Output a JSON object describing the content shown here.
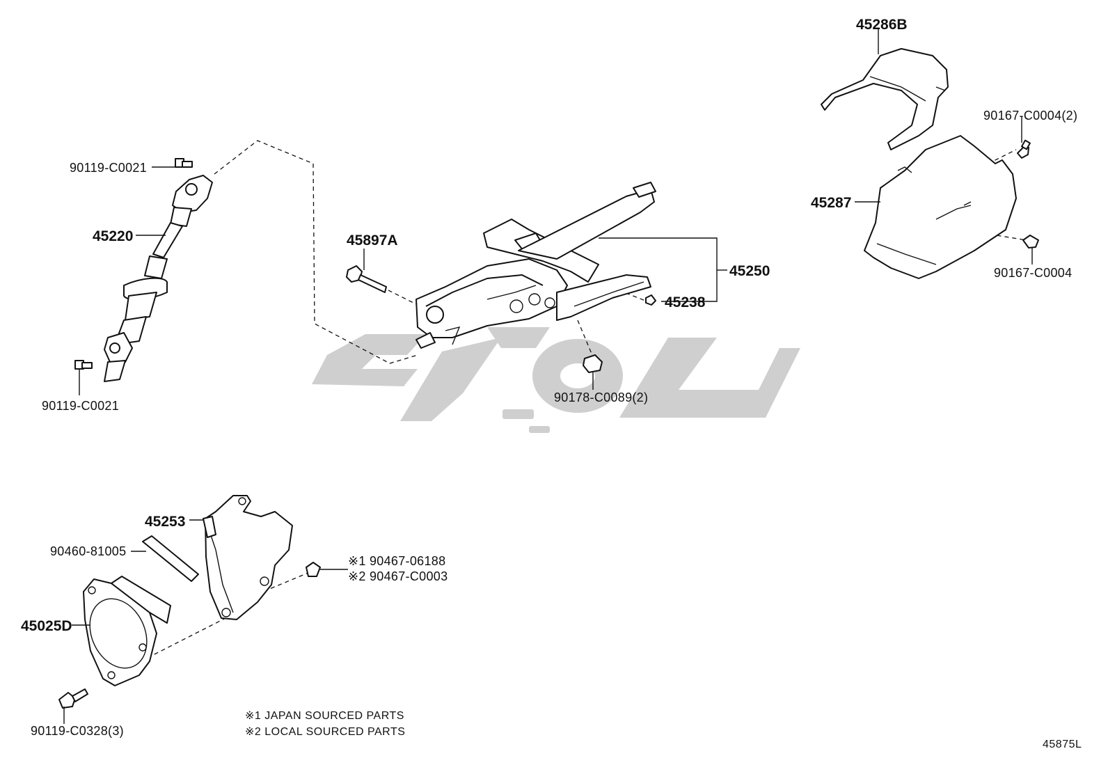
{
  "diagram_code": "45875L",
  "labels": {
    "p45286B": "45286B",
    "p90167_C0004_2": "90167-C0004(2)",
    "p45287": "45287",
    "p90167_C0004": "90167-C0004",
    "p90119_C0021_top": "90119-C0021",
    "p45220": "45220",
    "p90119_C0021_bot": "90119-C0021",
    "p45897A": "45897A",
    "p45250": "45250",
    "p45238": "45238",
    "p90178_C0089_2": "90178-C0089(2)",
    "p45253": "45253",
    "p90460_81005": "90460-81005",
    "p90467_06188": "※1 90467-06188",
    "p90467_C0003": "※2 90467-C0003",
    "p45025D": "45025D",
    "p90119_C0328_3": "90119-C0328(3)"
  },
  "notes": {
    "japan": "※1 JAPAN SOURCED PARTS",
    "local": "※2 LOCAL SOURCED PARTS"
  },
  "colors": {
    "line": "#111111",
    "watermark": "#cfcfcf"
  }
}
